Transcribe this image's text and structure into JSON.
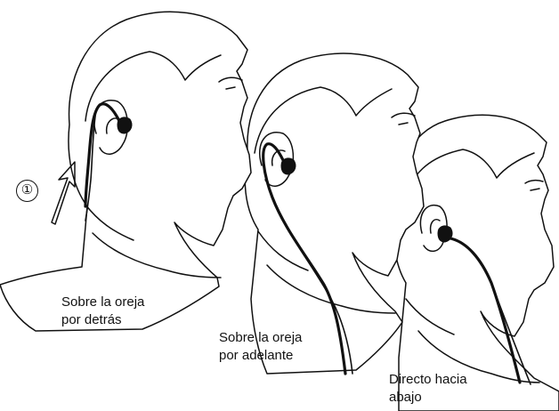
{
  "step_marker": "①",
  "captions": {
    "over_ear_behind": [
      "Sobre la oreja",
      "por detrás"
    ],
    "over_ear_front": [
      "Sobre la oreja",
      "por adelante"
    ],
    "straight_down": [
      "Directo hacia",
      "abajo"
    ]
  },
  "icons": {
    "arrow": "up-arrow-icon",
    "earbud": "earbud-icon",
    "cable": "cable-icon"
  },
  "colors": {
    "ink": "#111111",
    "background": "#ffffff"
  }
}
